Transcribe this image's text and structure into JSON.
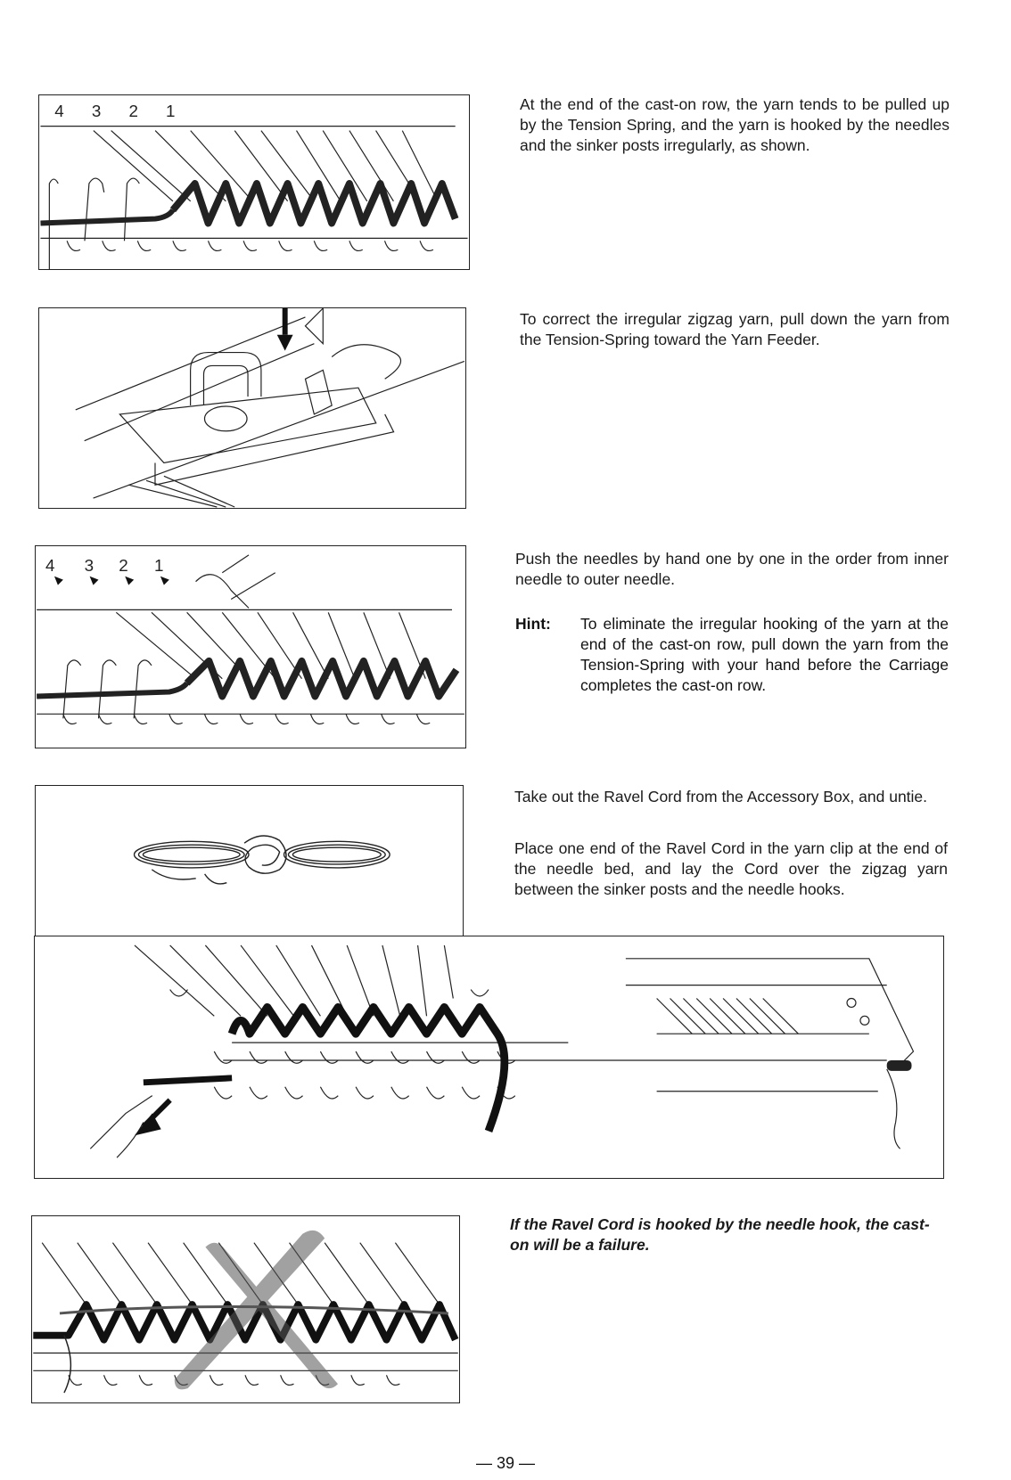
{
  "section1": {
    "numbers": [
      "4",
      "3",
      "2",
      "1"
    ],
    "text": "At the end of the cast-on row, the yarn tends to be pulled up by the Tension Spring, and the yarn is hooked by the needles and the sinker posts irregularly, as shown."
  },
  "section2": {
    "text": "To correct the irregular zigzag yarn, pull down the yarn from the Tension-Spring toward the Yarn Feeder."
  },
  "section3": {
    "numbers": [
      "4",
      "3",
      "2",
      "1"
    ],
    "text": "Push the needles by hand one by one in the order from inner needle to outer needle.",
    "hint_label": "Hint:",
    "hint_text": "To eliminate the irregular hooking of the yarn at the end of the cast-on row, pull down the yarn from the Tension-Spring with your hand before the Carriage completes the cast-on row."
  },
  "section4": {
    "text1": "Take out the Ravel Cord from the Accessory Box, and untie.",
    "text2": "Place one end of the Ravel Cord in the yarn clip at the end of the needle bed, and lay the Cord over the zigzag yarn between the sinker posts and the needle hooks."
  },
  "section5": {
    "text": "If the Ravel Cord is hooked by the needle hook, the cast-on will be a failure."
  },
  "page": {
    "number": "— 39 —"
  }
}
